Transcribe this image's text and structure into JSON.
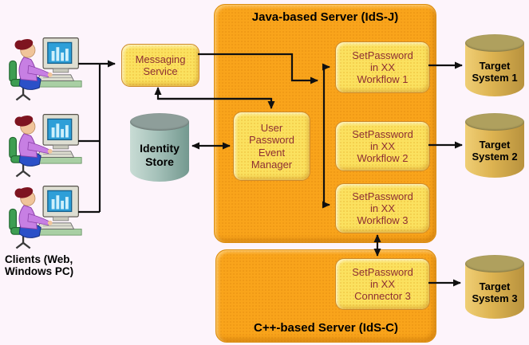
{
  "colors": {
    "bg": "#FDF4FB",
    "server_fill": "#F9A41B",
    "server_border": "#DB8D10",
    "node_fill": "#FBE15F",
    "node_border": "#CE8A2A",
    "node_text": "#8E2F33",
    "title_text": "#000000",
    "line": "#101010",
    "identity_body": "#A6C2BA",
    "target_body": "#DDB351"
  },
  "clients": {
    "caption": "Clients (Web,\nWindows PC)",
    "count": 3
  },
  "messaging_service": {
    "label": "Messaging\nService"
  },
  "identity_store": {
    "label": "Identity\nStore"
  },
  "upem": {
    "label": "User\nPassword\nEvent\nManager"
  },
  "java_server": {
    "title": "Java-based Server (IdS-J)",
    "workflows": [
      {
        "label": "SetPassword\nin XX\nWorkflow 1"
      },
      {
        "label": "SetPassword\nin XX\nWorkflow 2"
      },
      {
        "label": "SetPassword\nin XX\nWorkflow 3"
      }
    ]
  },
  "cpp_server": {
    "title": "C++-based Server (IdS-C)",
    "connector": {
      "label": "SetPassword\nin XX\nConnector 3"
    }
  },
  "targets": [
    {
      "label": "Target\nSystem 1"
    },
    {
      "label": "Target\nSystem 2"
    },
    {
      "label": "Target\nSystem 3"
    }
  ]
}
